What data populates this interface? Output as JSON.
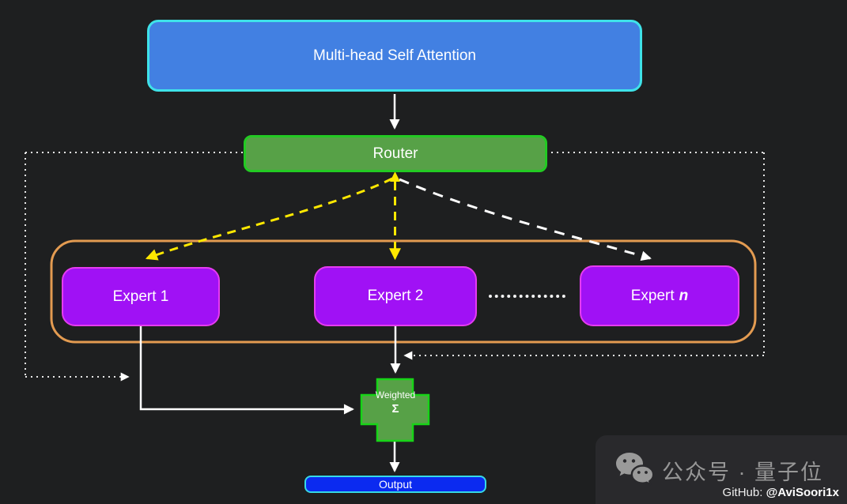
{
  "diagram": {
    "attention_label": "Multi-head Self Attention",
    "router_label": "Router",
    "experts": [
      {
        "label": "Expert 1"
      },
      {
        "label": "Expert 2"
      }
    ],
    "expert_n_prefix": "Expert",
    "expert_n_symbol": "n",
    "weighted_line1": "Weighted",
    "weighted_line2": "Σ",
    "output_label": "Output"
  },
  "watermark": {
    "account_text": "公众号 · 量子位",
    "github_prefix": "GitHub: ",
    "github_handle": "@AviSoori1x"
  },
  "colors": {
    "background": "#1e1f20",
    "attention_fill": "#4280e2",
    "attention_border": "#3fe2e9",
    "router_fill": "#57a147",
    "router_border": "#23ca23",
    "expert_fill": "#a011f5",
    "expert_border": "#e53cf0",
    "experts_container_border": "#e39b51",
    "weighted_fill": "#57a147",
    "weighted_border": "#17d417",
    "output_fill": "#0b2af0",
    "output_border": "#36d9e6",
    "dashed_route_primary": "#ffe800",
    "dashed_route_secondary": "#ffffff",
    "watermark_text": "#979797"
  }
}
